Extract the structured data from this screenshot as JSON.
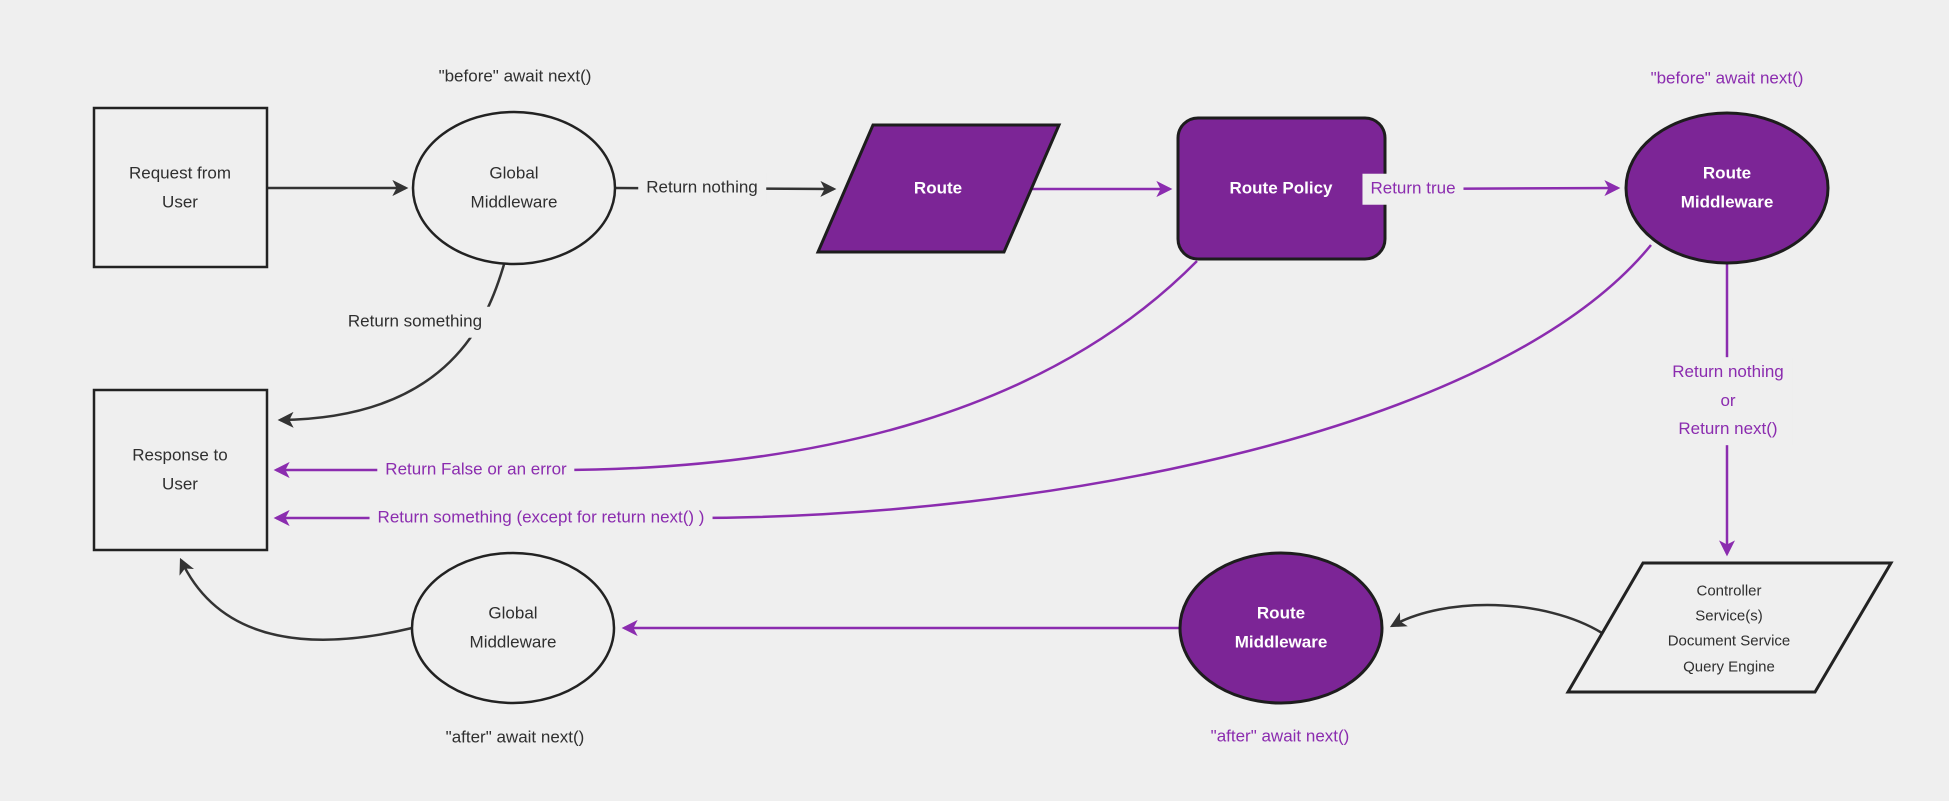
{
  "diagram": {
    "title": "Request / response lifecycle middleware flowchart",
    "colors": {
      "bg": "#efefef",
      "purple_fill": "#7c2596",
      "purple_line": "#8b2caf",
      "line_dark": "#333333",
      "border_dark": "#222222",
      "text_dark": "#2f2f2f",
      "white": "#ffffff"
    },
    "nodes": {
      "request_from_user": "Request from\nUser",
      "global_middleware_before": "Global\nMiddleware",
      "route": "Route",
      "route_policy": "Route Policy",
      "route_middleware_before": "Route\nMiddleware",
      "response_to_user": "Response to\nUser",
      "global_middleware_after": "Global\nMiddleware",
      "route_middleware_after": "Route\nMiddleware",
      "services": "Controller\nService(s)\nDocument Service\nQuery Engine"
    },
    "labels": {
      "before_await_next_global": "\"before\" await next()",
      "before_await_next_route": "\"before\" await next()",
      "return_nothing": "Return nothing",
      "return_true": "Return true",
      "return_something": "Return something",
      "return_nothing_or_next": "Return nothing\nor\nReturn next()",
      "return_false_or_error": "Return False or an error",
      "return_something_except": "Return something (except for return next() )",
      "after_await_next_global": "\"after\" await next()",
      "after_await_next_route": "\"after\" await next()"
    }
  }
}
